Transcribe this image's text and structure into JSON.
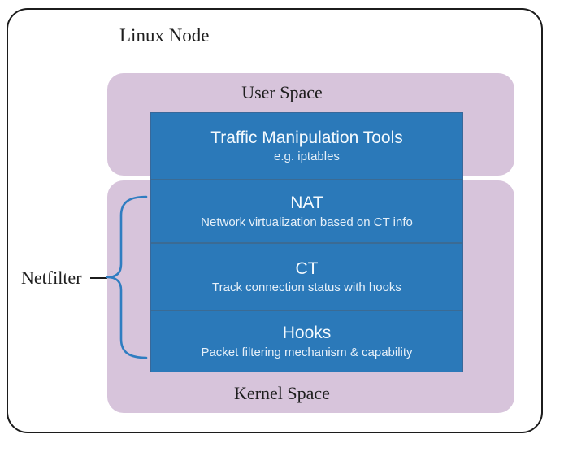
{
  "diagram": {
    "title": "Linux Node",
    "user_space": {
      "label": "User Space"
    },
    "kernel_space": {
      "label": "Kernel Space"
    },
    "netfilter": {
      "label": "Netfilter"
    },
    "layers": [
      {
        "id": "tools",
        "title": "Traffic Manipulation Tools",
        "subtitle": "e.g. iptables"
      },
      {
        "id": "nat",
        "title": "NAT",
        "subtitle": "Network virtualization based on CT info"
      },
      {
        "id": "ct",
        "title": "CT",
        "subtitle": "Track connection status with hooks"
      },
      {
        "id": "hooks",
        "title": "Hooks",
        "subtitle": "Packet filtering mechanism & capability"
      }
    ],
    "colors": {
      "layer_blue": "#2b79b9",
      "space_purple": "#d7c4db",
      "divider_blue": "#3b6b94",
      "brace_blue": "#2f7dc1",
      "outline_black": "#1c1c1c",
      "title_text": "#f4fafe",
      "subtitle_text": "#e6f0f9"
    }
  }
}
